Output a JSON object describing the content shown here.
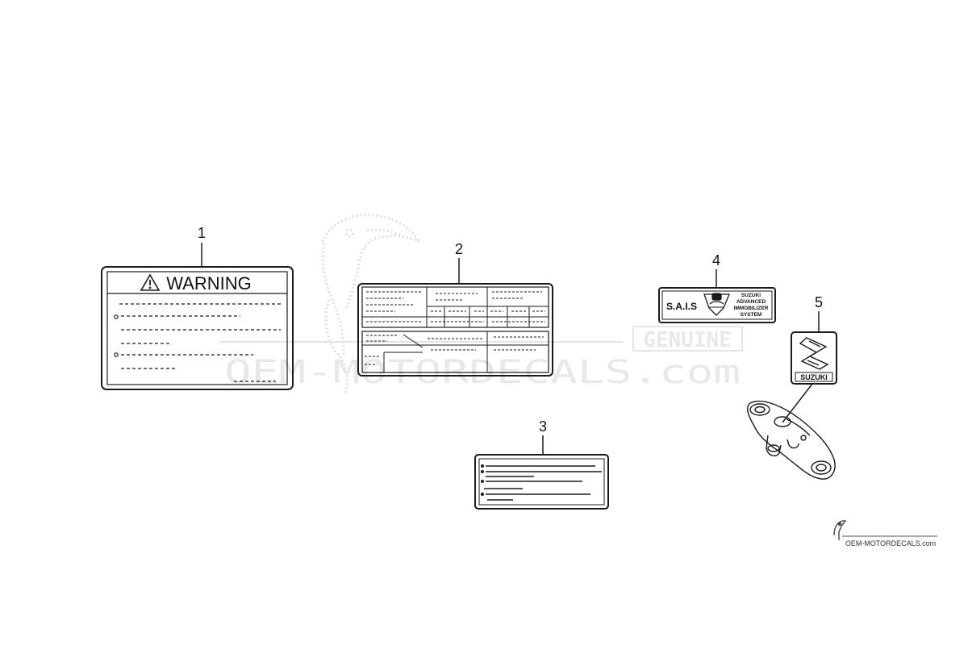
{
  "parts": [
    {
      "number": "1",
      "name": "warning-label",
      "title": "WARNING"
    },
    {
      "number": "2",
      "name": "info-label-table"
    },
    {
      "number": "3",
      "name": "bullet-label"
    },
    {
      "number": "4",
      "name": "sais-label",
      "logo_text": "S.A.I.S",
      "lines": [
        "SUZUKI",
        "ADVANCED",
        "IMMOBILIZER",
        "SYSTEM"
      ]
    },
    {
      "number": "5",
      "name": "suzuki-emblem",
      "brand": "SUZUKI"
    }
  ],
  "watermark": {
    "site": "OEM-MOTORDECALS.com",
    "badge": "GENUINE",
    "footer_site": "OEM-MOTORDECALS.com"
  },
  "colors": {
    "line": "#1a1a1a",
    "watermark": "#c9c9c9"
  }
}
